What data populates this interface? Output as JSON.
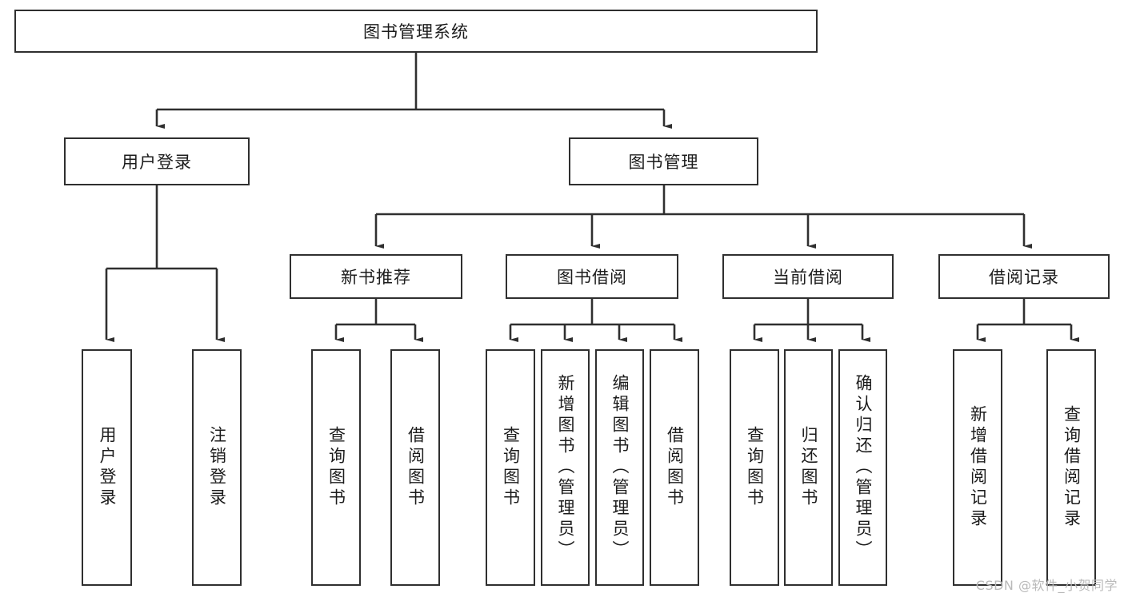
{
  "diagram": {
    "type": "hierarchy-tree",
    "title": "图书管理系统",
    "stroke_color": "#2f2f2f",
    "background_color": "#ffffff",
    "text_color": "#1c1c1c",
    "levels": 4
  },
  "root": {
    "label": "图书管理系统"
  },
  "level2": [
    {
      "label": "用户登录"
    },
    {
      "label": "图书管理"
    }
  ],
  "level3": [
    {
      "label": "新书推荐"
    },
    {
      "label": "图书借阅"
    },
    {
      "label": "当前借阅"
    },
    {
      "label": "借阅记录"
    }
  ],
  "leaves": {
    "user_login": [
      {
        "label": "用户登录"
      },
      {
        "label": "注销登录"
      }
    ],
    "new_book": [
      {
        "label": "查询图书"
      },
      {
        "label": "借阅图书"
      }
    ],
    "book_borrow": [
      {
        "label": "查询图书"
      },
      {
        "label": "新增图书（管理员）"
      },
      {
        "label": "编辑图书（管理员）"
      },
      {
        "label": "借阅图书"
      }
    ],
    "current_borrow": [
      {
        "label": "查询图书"
      },
      {
        "label": "归还图书"
      },
      {
        "label": "确认归还（管理员）"
      }
    ],
    "borrow_record": [
      {
        "label": "新增借阅记录"
      },
      {
        "label": "查询借阅记录"
      }
    ]
  },
  "watermark": {
    "text": "CSDN @软件_小贺同学"
  }
}
